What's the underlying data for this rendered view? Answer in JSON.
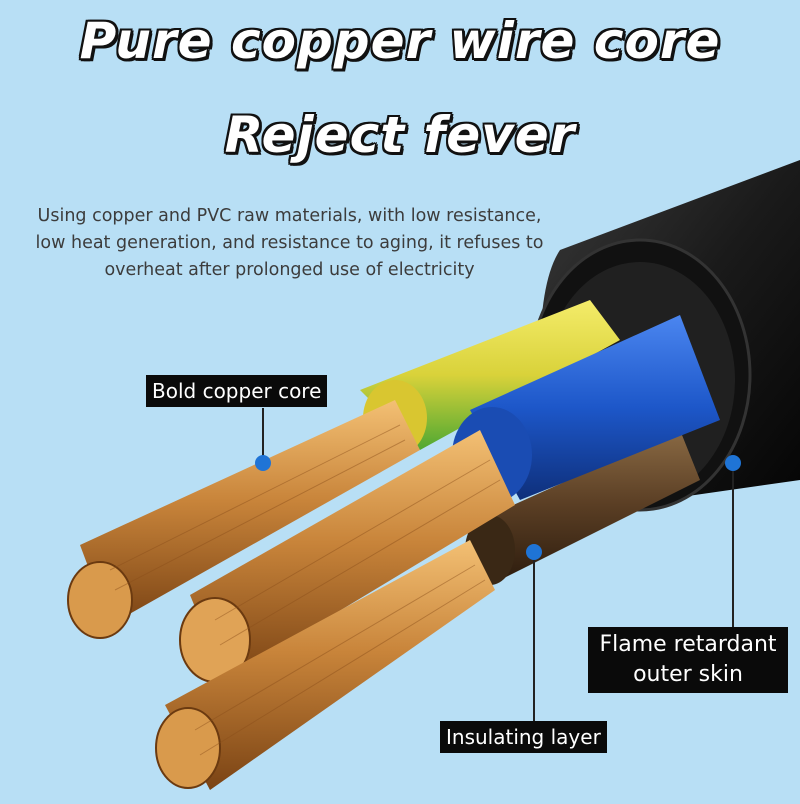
{
  "headline": {
    "line1": "Pure copper wire core",
    "line2": "Reject fever"
  },
  "description": {
    "line1": "Using copper and PVC raw materials, with low resistance,",
    "line2": "low heat generation, and resistance to aging, it refuses to",
    "line3": "overheat after prolonged use of electricity"
  },
  "callouts": {
    "copper_core": "Bold copper core",
    "insulating_layer": "Insulating layer",
    "flame_line1": "Flame retardant",
    "flame_line2": "outer skin"
  },
  "colors": {
    "background": "#b8dff5",
    "copper": "#c8843a",
    "insulation_yellow_green": "#d9d23a",
    "insulation_blue": "#1d57c9",
    "insulation_brown": "#5a3e24",
    "outer_skin": "#1a1a1a",
    "marker_dot": "#1f74d6"
  }
}
